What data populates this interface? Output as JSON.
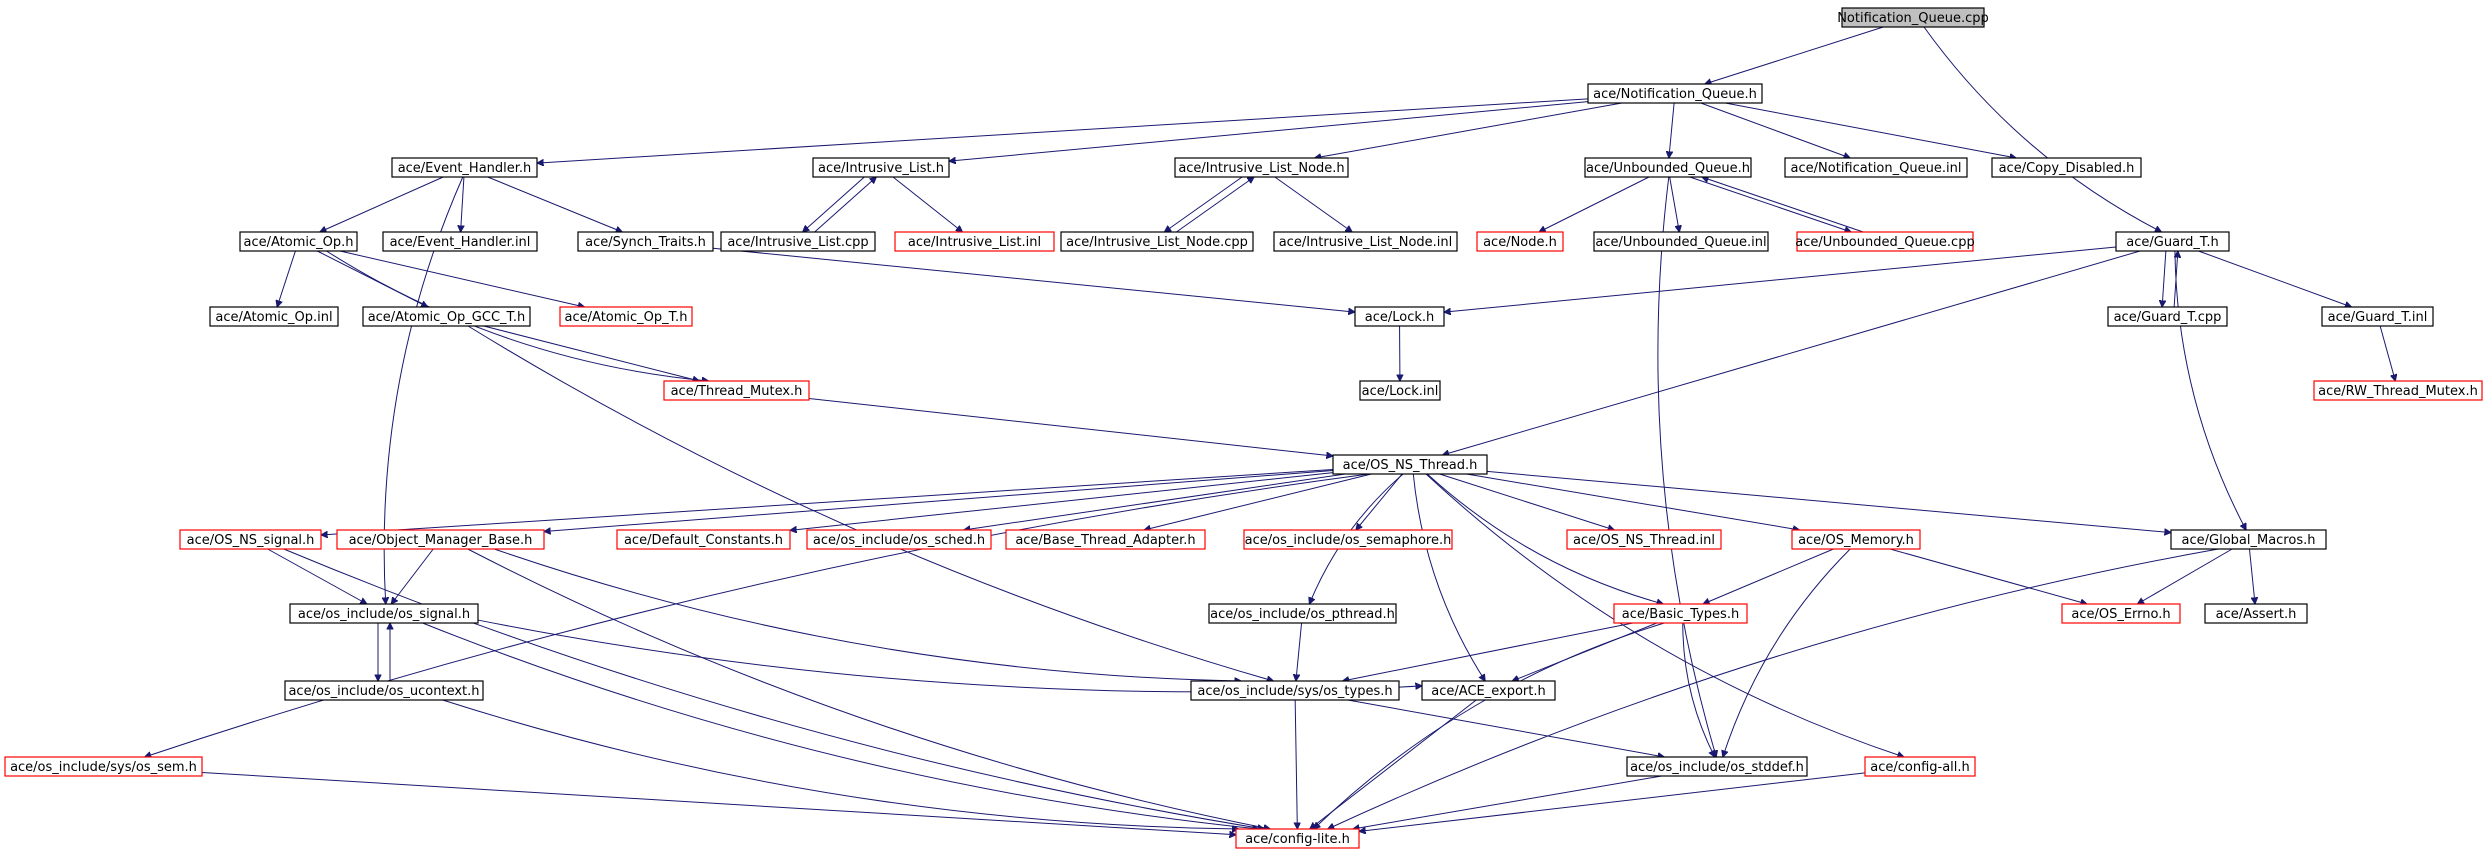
{
  "colors": {
    "edge": "#191970",
    "normal_border": "#000000",
    "missing_border": "#ff0000",
    "root_fill": "#bfbfbf",
    "fill": "#ffffff"
  },
  "root": "Notification_Queue.cpp",
  "nodes": [
    {
      "id": "n_root",
      "label": "Notification_Queue.cpp",
      "style": "root"
    },
    {
      "id": "n_nqh",
      "label": "ace/Notification_Queue.h",
      "style": "normal"
    },
    {
      "id": "n_evh",
      "label": "ace/Event_Handler.h",
      "style": "normal"
    },
    {
      "id": "n_ilh",
      "label": "ace/Intrusive_List.h",
      "style": "normal"
    },
    {
      "id": "n_ilnh",
      "label": "ace/Intrusive_List_Node.h",
      "style": "normal"
    },
    {
      "id": "n_uqh",
      "label": "ace/Unbounded_Queue.h",
      "style": "normal"
    },
    {
      "id": "n_nqinl",
      "label": "ace/Notification_Queue.inl",
      "style": "normal"
    },
    {
      "id": "n_cdh",
      "label": "ace/Copy_Disabled.h",
      "style": "normal"
    },
    {
      "id": "n_aoh",
      "label": "ace/Atomic_Op.h",
      "style": "normal"
    },
    {
      "id": "n_evhinl",
      "label": "ace/Event_Handler.inl",
      "style": "normal"
    },
    {
      "id": "n_sth",
      "label": "ace/Synch_Traits.h",
      "style": "normal"
    },
    {
      "id": "n_ilcpp",
      "label": "ace/Intrusive_List.cpp",
      "style": "normal"
    },
    {
      "id": "n_ilinl",
      "label": "ace/Intrusive_List.inl",
      "style": "missing"
    },
    {
      "id": "n_ilncpp",
      "label": "ace/Intrusive_List_Node.cpp",
      "style": "normal"
    },
    {
      "id": "n_ilninl",
      "label": "ace/Intrusive_List_Node.inl",
      "style": "normal"
    },
    {
      "id": "n_nodeh",
      "label": "ace/Node.h",
      "style": "missing"
    },
    {
      "id": "n_uqinl",
      "label": "ace/Unbounded_Queue.inl",
      "style": "normal"
    },
    {
      "id": "n_uqcpp",
      "label": "ace/Unbounded_Queue.cpp",
      "style": "missing"
    },
    {
      "id": "n_gth",
      "label": "ace/Guard_T.h",
      "style": "normal"
    },
    {
      "id": "n_aoinl",
      "label": "ace/Atomic_Op.inl",
      "style": "normal"
    },
    {
      "id": "n_aogcc",
      "label": "ace/Atomic_Op_GCC_T.h",
      "style": "normal"
    },
    {
      "id": "n_aoth",
      "label": "ace/Atomic_Op_T.h",
      "style": "missing"
    },
    {
      "id": "n_lockh",
      "label": "ace/Lock.h",
      "style": "normal"
    },
    {
      "id": "n_gtcpp",
      "label": "ace/Guard_T.cpp",
      "style": "normal"
    },
    {
      "id": "n_gtinl",
      "label": "ace/Guard_T.inl",
      "style": "normal"
    },
    {
      "id": "n_tmh",
      "label": "ace/Thread_Mutex.h",
      "style": "missing"
    },
    {
      "id": "n_lockinl",
      "label": "ace/Lock.inl",
      "style": "normal"
    },
    {
      "id": "n_rwtm",
      "label": "ace/RW_Thread_Mutex.h",
      "style": "missing"
    },
    {
      "id": "n_osnst",
      "label": "ace/OS_NS_Thread.h",
      "style": "normal"
    },
    {
      "id": "n_osnssig",
      "label": "ace/OS_NS_signal.h",
      "style": "missing"
    },
    {
      "id": "n_omb",
      "label": "ace/Object_Manager_Base.h",
      "style": "missing"
    },
    {
      "id": "n_defc",
      "label": "ace/Default_Constants.h",
      "style": "missing"
    },
    {
      "id": "n_sched",
      "label": "ace/os_include/os_sched.h",
      "style": "missing"
    },
    {
      "id": "n_bta",
      "label": "ace/Base_Thread_Adapter.h",
      "style": "missing"
    },
    {
      "id": "n_sem",
      "label": "ace/os_include/os_semaphore.h",
      "style": "missing"
    },
    {
      "id": "n_osnstinl",
      "label": "ace/OS_NS_Thread.inl",
      "style": "missing"
    },
    {
      "id": "n_osmem",
      "label": "ace/OS_Memory.h",
      "style": "missing"
    },
    {
      "id": "n_gm",
      "label": "ace/Global_Macros.h",
      "style": "normal"
    },
    {
      "id": "n_ossig",
      "label": "ace/os_include/os_signal.h",
      "style": "normal"
    },
    {
      "id": "n_pth",
      "label": "ace/os_include/os_pthread.h",
      "style": "normal"
    },
    {
      "id": "n_bt",
      "label": "ace/Basic_Types.h",
      "style": "missing"
    },
    {
      "id": "n_errno",
      "label": "ace/OS_Errno.h",
      "style": "missing"
    },
    {
      "id": "n_assert",
      "label": "ace/Assert.h",
      "style": "normal"
    },
    {
      "id": "n_ucx",
      "label": "ace/os_include/os_ucontext.h",
      "style": "normal"
    },
    {
      "id": "n_ostypes",
      "label": "ace/os_include/sys/os_types.h",
      "style": "normal"
    },
    {
      "id": "n_aceexp",
      "label": "ace/ACE_export.h",
      "style": "normal"
    },
    {
      "id": "n_ossem",
      "label": "ace/os_include/sys/os_sem.h",
      "style": "missing"
    },
    {
      "id": "n_stddef",
      "label": "ace/os_include/os_stddef.h",
      "style": "normal"
    },
    {
      "id": "n_cfgall",
      "label": "ace/config-all.h",
      "style": "missing"
    },
    {
      "id": "n_cfglite",
      "label": "ace/config-lite.h",
      "style": "missing"
    }
  ]
}
